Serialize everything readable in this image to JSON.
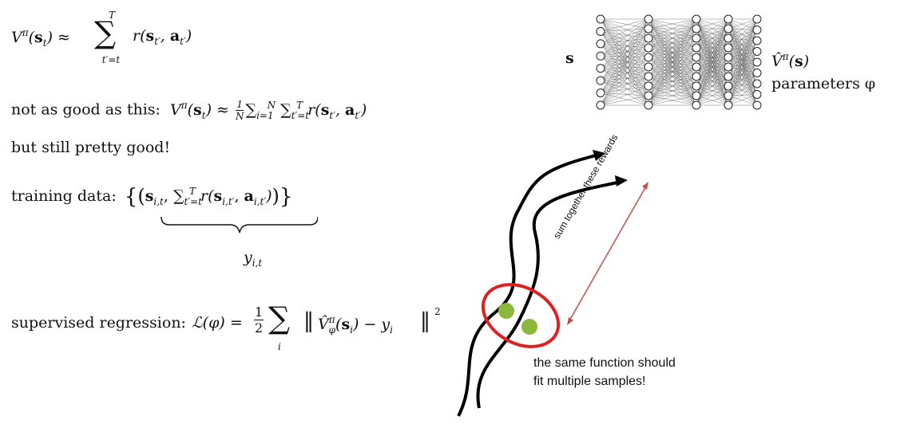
{
  "equations": {
    "value_approx": "V^π(s_t) ≈ Σ_{t'=t}^{T} r(s_{t'}, a_{t'})",
    "comparison_prefix": "not as good as this:",
    "comparison_formula": "V^π(s_t) ≈ (1/N) Σ_{i=1}^{N} Σ_{t'=t}^{T} r(s_{t'}, a_{t'})",
    "still_good": "but still pretty good!",
    "training_prefix": "training data:",
    "training_formula": "{ ( s_{i,t}, Σ_{t'=t}^{T} r(s_{i,t'}, a_{i,t'}) ) }",
    "training_label": "y_{i,t}",
    "regression_prefix": "supervised regression:",
    "regression_formula": "L(φ) = 1/2 Σ_i || V̂^π_φ(s_i) − y_i ||^2"
  },
  "network": {
    "input_label": "s",
    "output_label": "V̂^π(s)",
    "params_label": "parameters φ"
  },
  "diagram": {
    "arrow_label": "sum together these rewards",
    "caption_line1": "the same function should",
    "caption_line2": "fit multiple samples!",
    "colors": {
      "ellipse": "#e02020",
      "dots": "#8cb83a",
      "arrow": "#c0504d"
    }
  }
}
